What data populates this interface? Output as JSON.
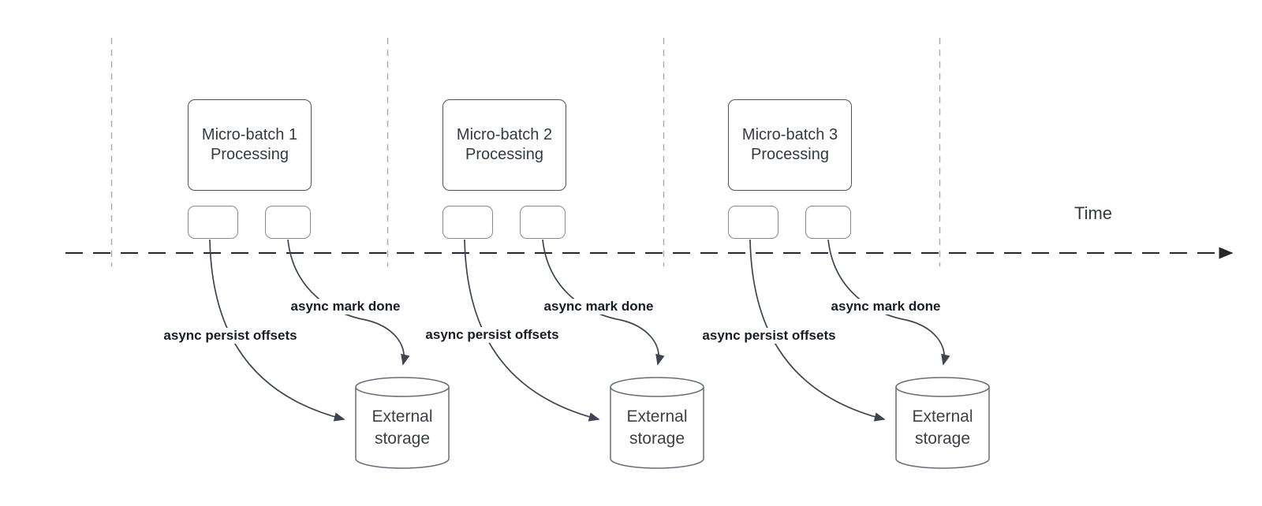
{
  "time_axis": {
    "label": "Time"
  },
  "groups": [
    {
      "box_title": [
        "Micro-batch 1",
        "Processing"
      ],
      "offsets_label": "async persist offsets",
      "done_label": "async mark done",
      "storage_label": [
        "External",
        "storage"
      ]
    },
    {
      "box_title": [
        "Micro-batch 2",
        "Processing"
      ],
      "offsets_label": "async persist offsets",
      "done_label": "async mark done",
      "storage_label": [
        "External",
        "storage"
      ]
    },
    {
      "box_title": [
        "Micro-batch 3",
        "Processing"
      ],
      "offsets_label": "async persist offsets",
      "done_label": "async mark done",
      "storage_label": [
        "External",
        "storage"
      ]
    }
  ],
  "colors": {
    "curve": "#3e4450",
    "axis": "#23272e",
    "guide": "#a6aaae",
    "boxborder": "#4d535c",
    "smallboxborder": "#868c94",
    "cylborder": "#666d78",
    "labeltext": "#171c24",
    "boxtext": "#343a41",
    "storagetext": "#3c4148",
    "timetext": "#343a41"
  }
}
